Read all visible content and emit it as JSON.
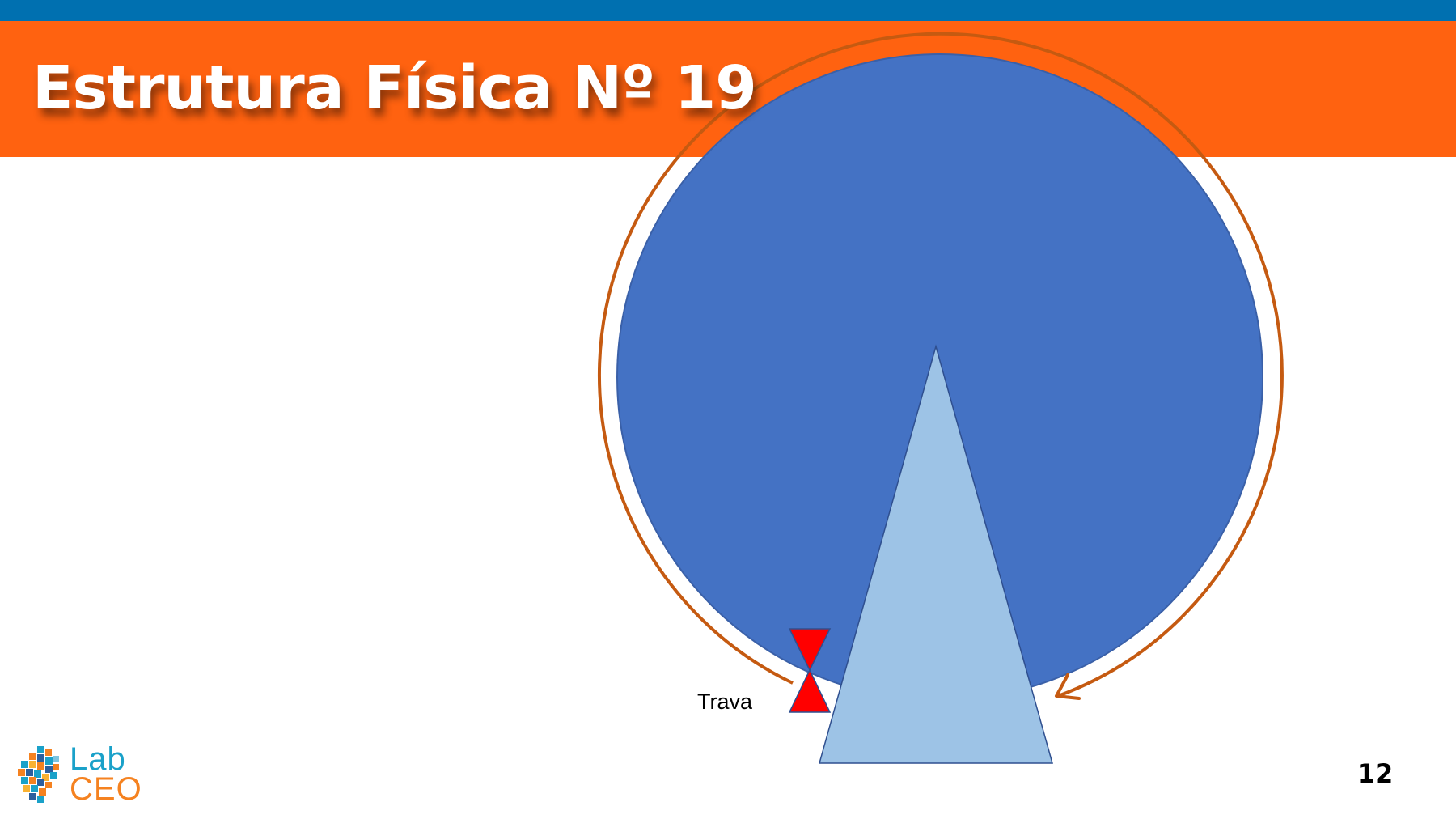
{
  "slide": {
    "title": "Estrutura Física Nº 19",
    "page_number": "12"
  },
  "diagram": {
    "lock_label": "Trava"
  },
  "logo": {
    "line1": "Lab",
    "line2": "CEO"
  },
  "colors": {
    "top_stripe": "#0070b0",
    "title_band": "#ff6210",
    "wheel_fill": "#4472c4",
    "base_triangle_fill": "#9dc3e6",
    "rotation_arrow": "#c55a11",
    "lock_fill": "#ff0000"
  }
}
